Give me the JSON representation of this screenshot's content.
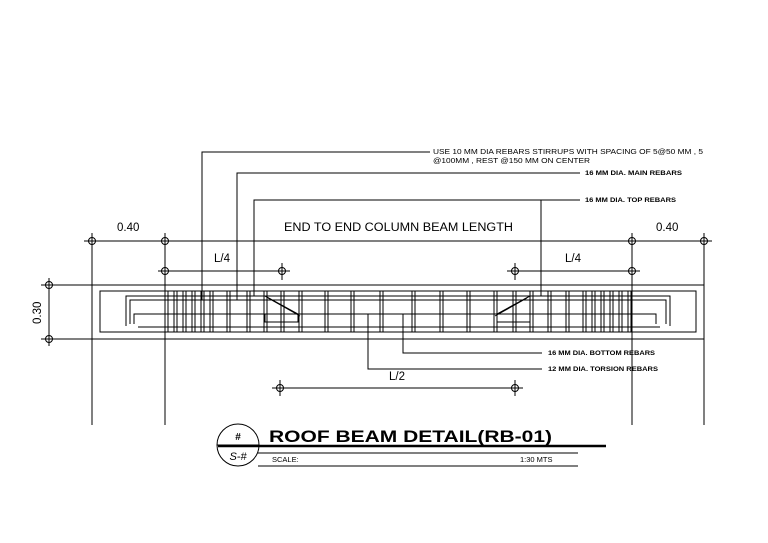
{
  "drawing": {
    "title": "ROOF BEAM DETAIL(RB-01)",
    "scale_label": "SCALE:",
    "scale_value": "1:30 MTS",
    "symbol_top": "#",
    "symbol_bottom": "S-#"
  },
  "dimensions": {
    "left_offset": "0.40",
    "right_offset": "0.40",
    "span_label": "END TO END COLUMN BEAM LENGTH",
    "quarter_left": "L/4",
    "quarter_right": "L/4",
    "half": "L/2",
    "depth": "0.30"
  },
  "notes": {
    "stirrups_line1": "USE 10 MM DIA REBARS STIRRUPS WITH SPACING OF 5@50 MM , 5",
    "stirrups_line2": "@100MM , REST @150 MM ON CENTER",
    "main_rebars": "16 MM DIA. MAIN REBARS",
    "top_rebars": "16 MM DIA. TOP REBARS",
    "bottom_rebars": "16 MM DIA. BOTTOM REBARS",
    "torsion_rebars": "12 MM DIA. TORSION REBARS"
  }
}
